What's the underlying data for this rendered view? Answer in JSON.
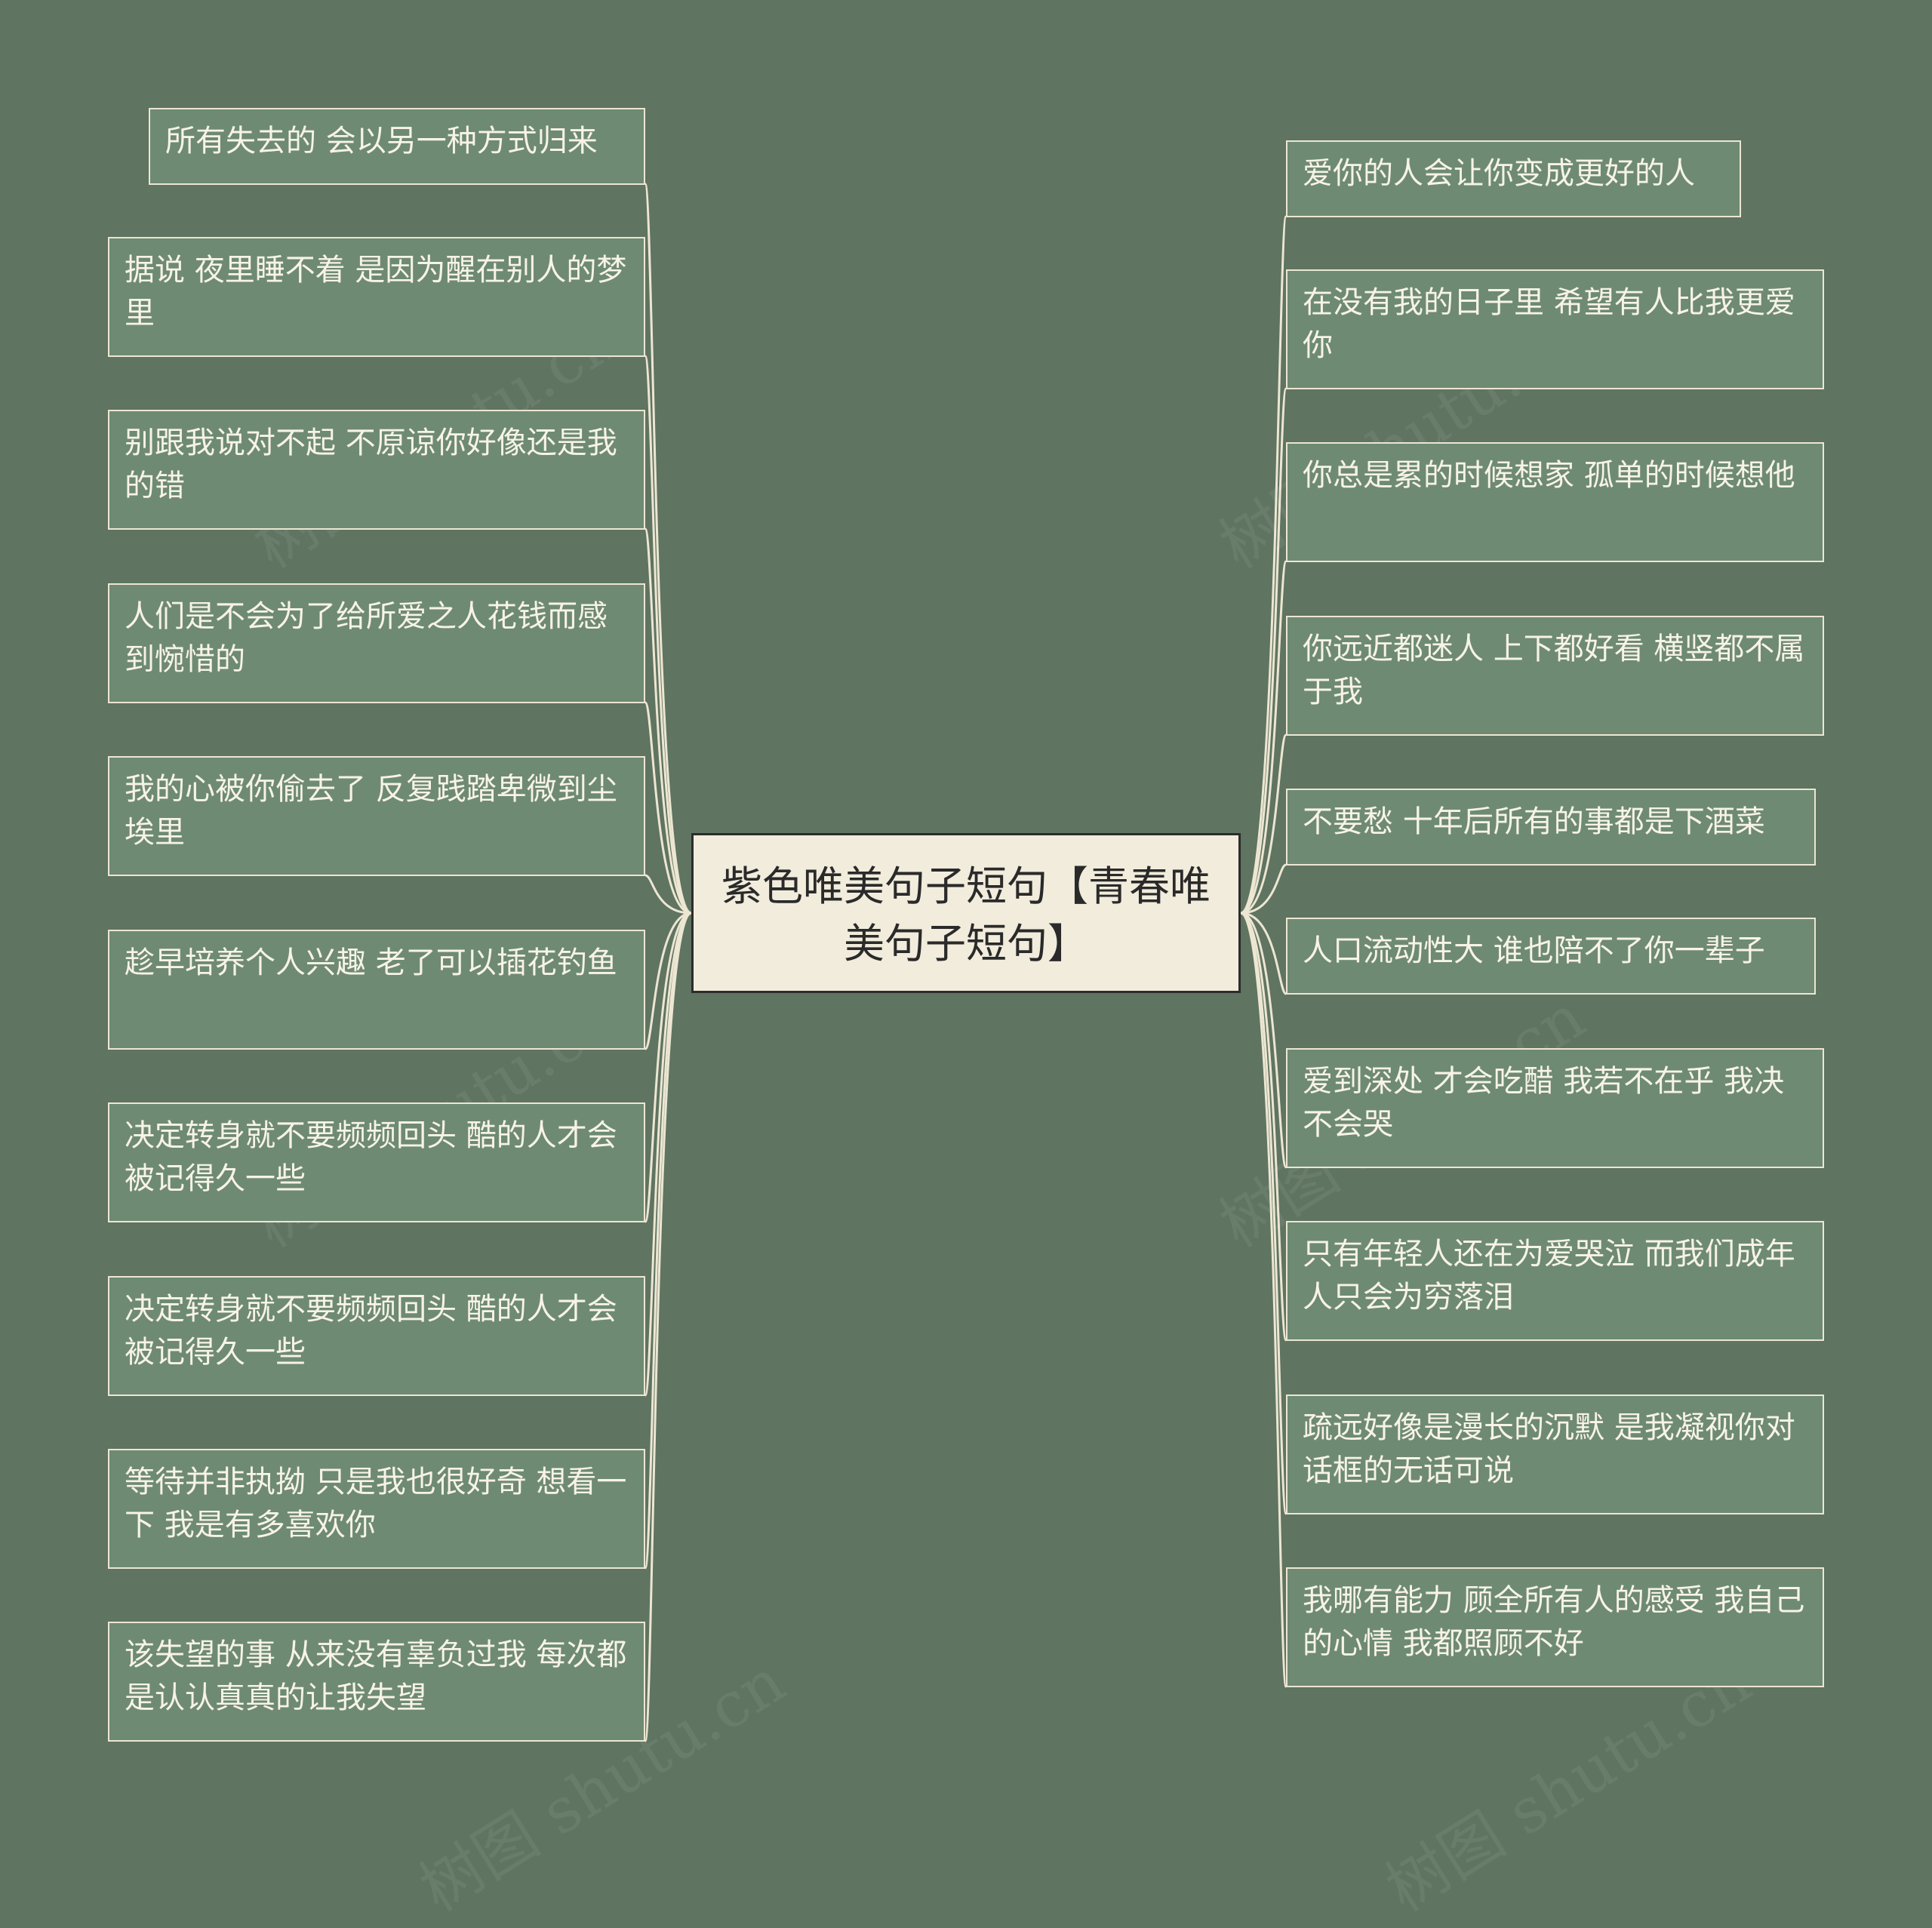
{
  "center": {
    "title": "紫色唯美句子短句【青春唯美句子短句】"
  },
  "left_branches": [
    "所有失去的 会以另一种方式归来",
    "据说 夜里睡不着 是因为醒在别人的梦里",
    "别跟我说对不起 不原谅你好像还是我的错",
    "人们是不会为了给所爱之人花钱而感到惋惜的",
    "我的心被你偷去了 反复践踏卑微到尘埃里",
    "趁早培养个人兴趣 老了可以插花钓鱼",
    "决定转身就不要频频回头 酷的人才会被记得久一些",
    "决定转身就不要频频回头 酷的人才会被记得久一些",
    "等待并非执拗 只是我也很好奇 想看一下 我是有多喜欢你",
    "该失望的事 从来没有辜负过我 每次都是认认真真的让我失望"
  ],
  "right_branches": [
    "爱你的人会让你变成更好的人",
    "在没有我的日子里 希望有人比我更爱你",
    "你总是累的时候想家 孤单的时候想他",
    "你远近都迷人 上下都好看 横竖都不属于我",
    "不要愁 十年后所有的事都是下酒菜",
    "人口流动性大 谁也陪不了你一辈子",
    "爱到深处 才会吃醋 我若不在乎 我决不会哭",
    "只有年轻人还在为爱哭泣 而我们成年人只会为穷落泪",
    "疏远好像是漫长的沉默 是我凝视你对话框的无话可说",
    "我哪有能力 顾全所有人的感受 我自己的心情 我都照顾不好"
  ],
  "watermark": "树图 shutu.cn",
  "colors": {
    "background": "#5f7461",
    "node_fill": "#6e8a73",
    "node_border": "#ece6d2",
    "connector": "#ece6d2",
    "center_fill": "#f1ecdc"
  }
}
